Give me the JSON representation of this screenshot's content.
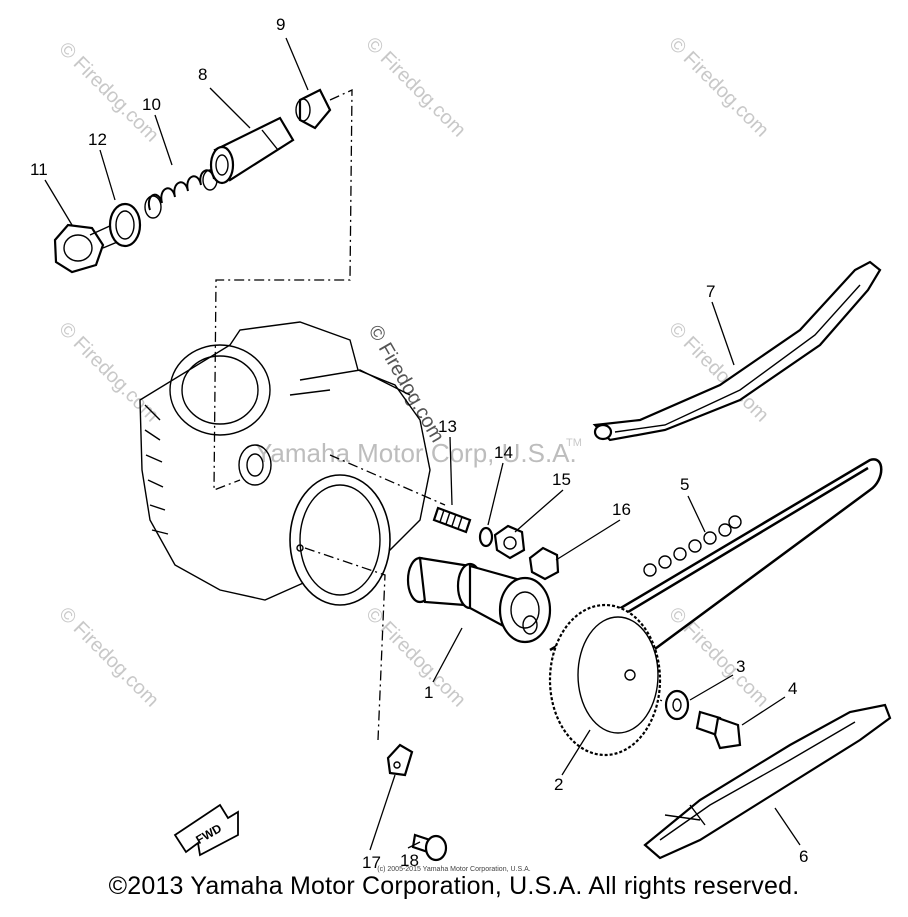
{
  "diagram": {
    "callouts": [
      {
        "id": "1",
        "label": "1"
      },
      {
        "id": "2",
        "label": "2"
      },
      {
        "id": "3",
        "label": "3"
      },
      {
        "id": "4",
        "label": "4"
      },
      {
        "id": "5",
        "label": "5"
      },
      {
        "id": "6",
        "label": "6"
      },
      {
        "id": "7",
        "label": "7"
      },
      {
        "id": "8",
        "label": "8"
      },
      {
        "id": "9",
        "label": "9"
      },
      {
        "id": "10",
        "label": "10"
      },
      {
        "id": "11",
        "label": "11"
      },
      {
        "id": "12",
        "label": "12"
      },
      {
        "id": "13",
        "label": "13"
      },
      {
        "id": "14",
        "label": "14"
      },
      {
        "id": "15",
        "label": "15"
      },
      {
        "id": "16",
        "label": "16"
      },
      {
        "id": "17",
        "label": "17"
      },
      {
        "id": "18",
        "label": "18"
      }
    ],
    "fwd_label": "FWD",
    "watermark": "© Firedog.com",
    "watermark_center": "Yamaha Motor Corp, U.S.A.",
    "watermark_tm": "TM"
  },
  "footer": {
    "small_copyright": "(c) 2005-2015 Yamaha Motor Corporation, U.S.A.",
    "copyright": "©2013 Yamaha Motor Corporation, U.S.A. All rights reserved."
  }
}
